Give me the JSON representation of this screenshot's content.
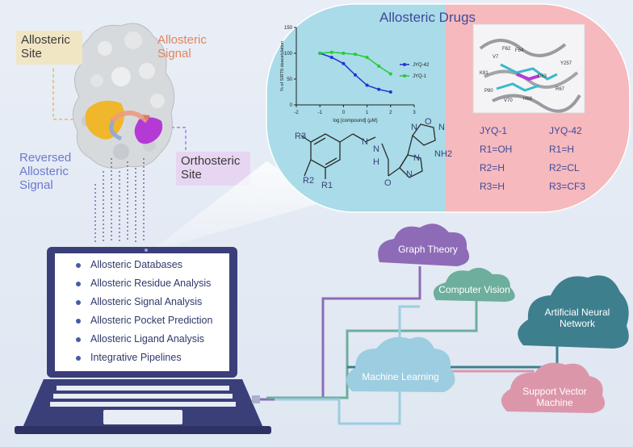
{
  "protein": {
    "allosteric_site": "Allosteric Site",
    "allosteric_signal": "Allosteric Signal",
    "reversed_signal": "Reversed Allosteric Signal",
    "orthosteric_site": "Orthosteric Site"
  },
  "drugs_panel": {
    "title": "Allosteric Drugs",
    "compounds": {
      "col1": {
        "name": "JYQ-1",
        "r1": "R1=OH",
        "r2": "R2=H",
        "r3": "R3=H"
      },
      "col2": {
        "name": "JYQ-42",
        "r1": "R1=H",
        "r2": "R2=CL",
        "r3": "R3=CF3"
      }
    },
    "structure": {
      "r3": "R3",
      "r2": "R2",
      "r1": "R1",
      "o": "O",
      "nh2": "NH2",
      "n_labels": [
        "N",
        "N",
        "N",
        "N",
        "H"
      ],
      "oxadiazole": [
        "O",
        "N",
        "N"
      ]
    },
    "residues": [
      "V7",
      "V70",
      "F62",
      "F64",
      "K81",
      "P80",
      "H68",
      "D63",
      "R67",
      "Y257"
    ]
  },
  "chart_data": {
    "type": "line",
    "title": "",
    "xlabel": "log [compound] (μM)",
    "ylabel": "% of SIRT6 deacetylation",
    "xlim": [
      -2,
      3
    ],
    "ylim": [
      0,
      150
    ],
    "xticks": [
      -2,
      -1,
      0,
      1,
      2,
      3
    ],
    "yticks": [
      0,
      50,
      100,
      150
    ],
    "series": [
      {
        "name": "JYQ-42",
        "color": "#2233cc",
        "x": [
          -1,
          -0.5,
          0,
          0.5,
          1,
          1.5,
          2
        ],
        "y": [
          100,
          92,
          80,
          58,
          38,
          30,
          25
        ]
      },
      {
        "name": "JYQ-1",
        "color": "#22cc33",
        "x": [
          -1,
          -0.5,
          0,
          0.5,
          1,
          1.5,
          2
        ],
        "y": [
          100,
          102,
          100,
          98,
          92,
          75,
          60
        ]
      }
    ]
  },
  "laptop": {
    "menu": [
      "Allosteric Databases",
      "Allosteric Residue Analysis",
      "Allosteric Signal Analysis",
      "Allosteric Pocket Prediction",
      "Allosteric Ligand Analysis",
      "Integrative Pipelines"
    ]
  },
  "clouds": {
    "graph_theory": "Graph Theory",
    "computer_vision": "Computer Vision",
    "ann": "Artificial Neural Network",
    "machine_learning": "Machine Learning",
    "svm": "Support Vector Machine"
  },
  "colors": {
    "panel_left": "#a9dbe8",
    "panel_right": "#f6b9bd",
    "laptop_frame": "#3a3f7a",
    "cloud_purple": "#8e6bb7",
    "cloud_teal": "#6dae9c",
    "cloud_darkteal": "#3e7f8e",
    "cloud_lightblue": "#9ccde0",
    "cloud_pink": "#dc96aa"
  }
}
